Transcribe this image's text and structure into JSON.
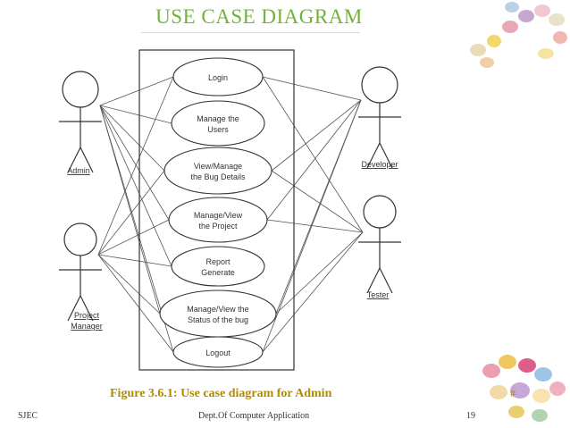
{
  "slide": {
    "title": "USE CASE DIAGRAM",
    "caption": "Figure 3.6.1: Use case diagram for Admin",
    "footer_left": "SJEC",
    "footer_center": "Dept.Of Computer Application",
    "footer_right": "19",
    "corner_mark": "#"
  },
  "actors": [
    {
      "label": "Admin"
    },
    {
      "label": "Project\nManager"
    },
    {
      "label": "Developer"
    },
    {
      "label": "Tester"
    }
  ],
  "use_cases": [
    {
      "label": "Login"
    },
    {
      "label": "Manage the\nUsers"
    },
    {
      "label": "View/Manage\nthe Bug Details"
    },
    {
      "label": "Manage/View\nthe Project"
    },
    {
      "label": "Report\nGenerate"
    },
    {
      "label": "Manage/View the\nStatus of the bug"
    },
    {
      "label": "Logout"
    }
  ],
  "associations": [
    [
      0,
      0
    ],
    [
      0,
      1
    ],
    [
      0,
      2
    ],
    [
      0,
      3
    ],
    [
      0,
      4
    ],
    [
      0,
      5
    ],
    [
      0,
      6
    ],
    [
      1,
      0
    ],
    [
      1,
      2
    ],
    [
      1,
      3
    ],
    [
      1,
      4
    ],
    [
      1,
      5
    ],
    [
      1,
      6
    ],
    [
      2,
      0
    ],
    [
      2,
      2
    ],
    [
      2,
      3
    ],
    [
      2,
      5
    ],
    [
      2,
      6
    ],
    [
      3,
      0
    ],
    [
      3,
      2
    ],
    [
      3,
      3
    ],
    [
      3,
      5
    ],
    [
      3,
      6
    ]
  ],
  "colors": {
    "title": "#73b23a",
    "caption": "#b08a00",
    "lines": "#555555"
  }
}
